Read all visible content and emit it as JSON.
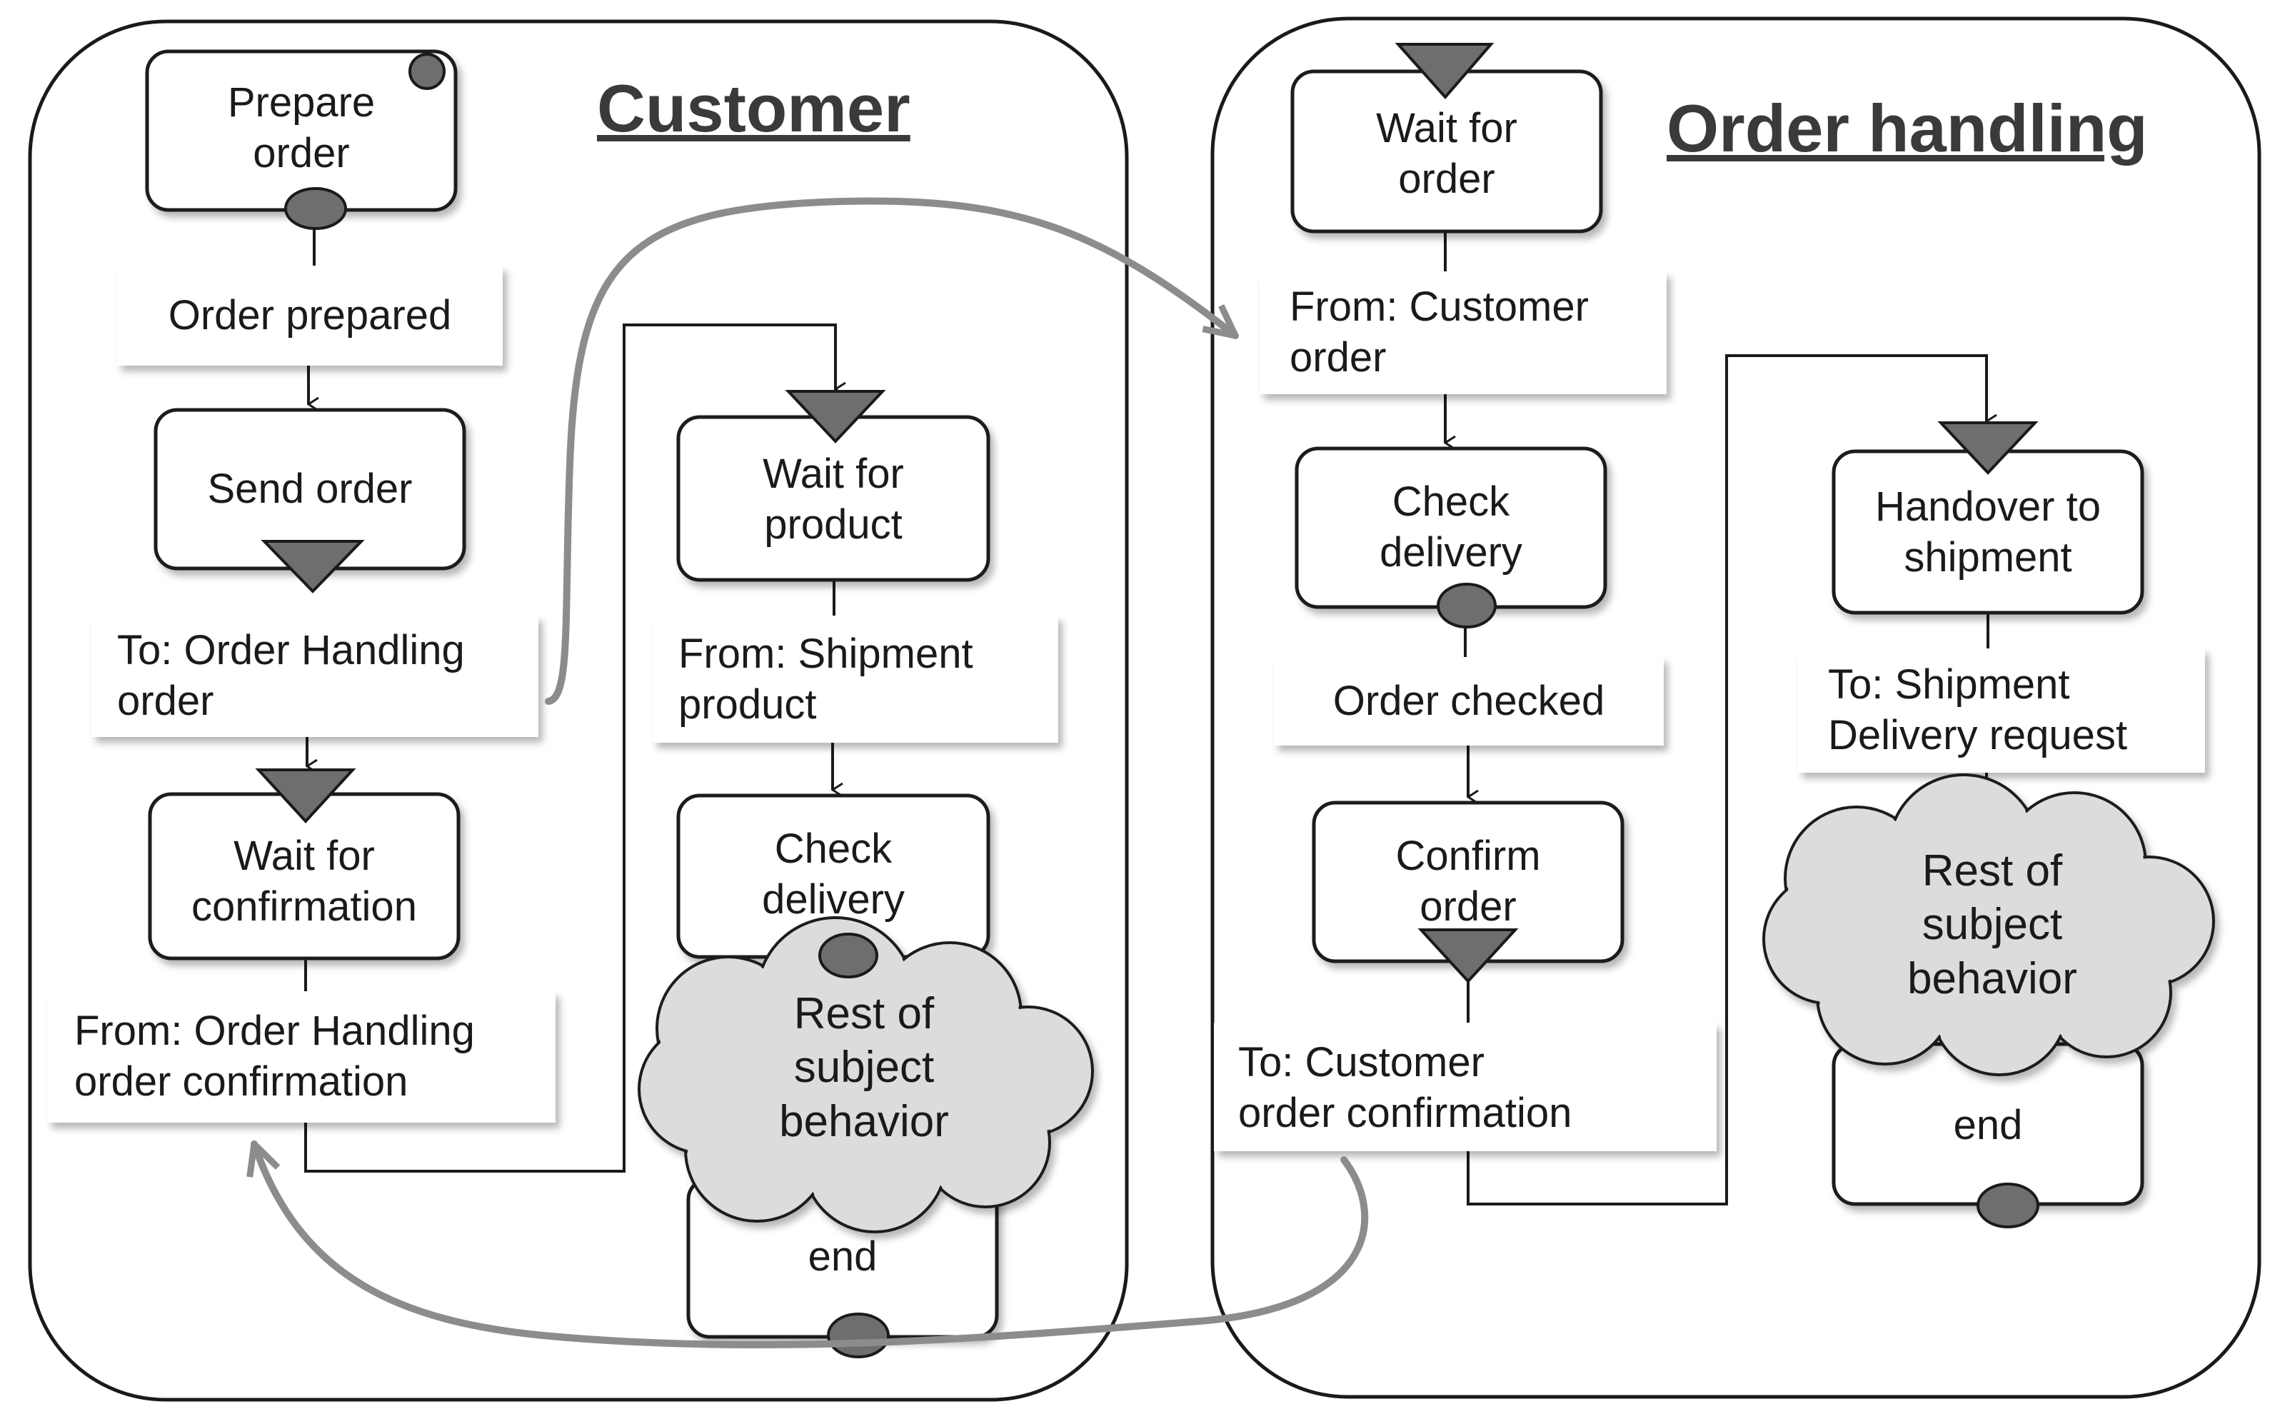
{
  "lanes": [
    {
      "title": "Customer"
    },
    {
      "title": "Order handling"
    }
  ],
  "states": {
    "prepare_order": "Prepare\norder",
    "send_order": "Send order",
    "wait_for_confirmation": "Wait for\nconfirmation",
    "wait_for_product": "Wait for\nproduct",
    "check_delivery_customer": "Check\ndelivery",
    "end_customer": "end",
    "wait_for_order": "Wait for\norder",
    "check_delivery_oh": "Check\ndelivery",
    "confirm_order": "Confirm\norder",
    "handover_to_shipment": "Handover to\nshipment",
    "end_oh": "end"
  },
  "transitions": {
    "order_prepared": "Order prepared",
    "to_order_handling": "To: Order Handling\norder",
    "from_order_handling": "From: Order Handling\norder confirmation",
    "from_shipment": "From: Shipment\nproduct",
    "from_customer": "From: Customer\norder",
    "order_checked": "Order  checked",
    "to_customer": "To: Customer\norder confirmation",
    "to_shipment": "To: Shipment\nDelivery request"
  },
  "clouds": {
    "rest_customer": "Rest of\nsubject\nbehavior",
    "rest_oh": "Rest of\nsubject\nbehavior"
  },
  "colors": {
    "line": "#1a1a1a",
    "message_arrow": "#8c8c8c",
    "marker_fill": "#6e6e6e",
    "cloud_fill": "#dcdcdc",
    "title": "#3a3a3a"
  }
}
